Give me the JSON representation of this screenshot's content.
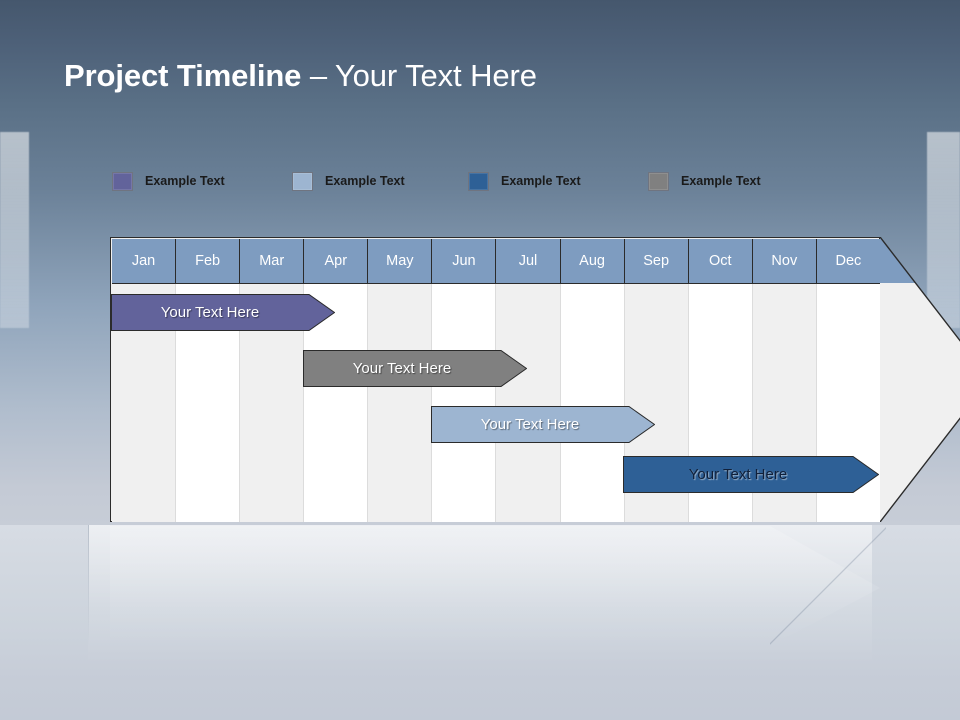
{
  "slide": {
    "title_strong": "Project Timeline",
    "title_light": " – Your Text Here"
  },
  "legend": {
    "items": [
      {
        "label": "Example Text",
        "color": "#62639B",
        "name": "legend-item-purple"
      },
      {
        "label": "Example Text",
        "color": "#9DB5D1",
        "name": "legend-item-light-blue"
      },
      {
        "label": "Example Text",
        "color": "#2E6096",
        "name": "legend-item-dark-blue"
      },
      {
        "label": "Example Text",
        "color": "#808080",
        "name": "legend-item-gray"
      }
    ]
  },
  "chart_data": {
    "type": "bar",
    "chart_kind": "gantt-timeline",
    "title": "Project Timeline – Your Text Here",
    "xlabel": "",
    "ylabel": "",
    "categories": [
      "Jan",
      "Feb",
      "Mar",
      "Apr",
      "May",
      "Jun",
      "Jul",
      "Aug",
      "Sep",
      "Oct",
      "Nov",
      "Dec"
    ],
    "grid": true,
    "legend_position": "top-left",
    "header_color": "#7E9CC0",
    "column_colors": [
      "#F0F0F0",
      "#FFFFFF"
    ],
    "series": [
      {
        "name": "Example Text",
        "label": "Your  Text Here",
        "color": "#62639B",
        "text_color": "#FFFFFF",
        "start_month": "Jan",
        "end_month": "Apr",
        "start_index": 0,
        "end_index": 3.5,
        "row": 1
      },
      {
        "name": "Example Text",
        "label": "Your  Text Here",
        "color": "#808080",
        "text_color": "#FFFFFF",
        "start_month": "Apr",
        "end_month": "Jul",
        "start_index": 3,
        "end_index": 6.5,
        "row": 2
      },
      {
        "name": "Example Text",
        "label": "Your  Text Here",
        "color": "#9DB5D1",
        "text_color": "#FFFFFF",
        "start_month": "Jun",
        "end_month": "Sep",
        "start_index": 5,
        "end_index": 8.5,
        "row": 3
      },
      {
        "name": "Example Text",
        "label": "Your  Text Here",
        "color": "#2E6096",
        "text_color": "#10203A",
        "start_month": "Sep",
        "end_month": "Dec",
        "start_index": 8,
        "end_index": 12,
        "row": 4
      }
    ]
  }
}
